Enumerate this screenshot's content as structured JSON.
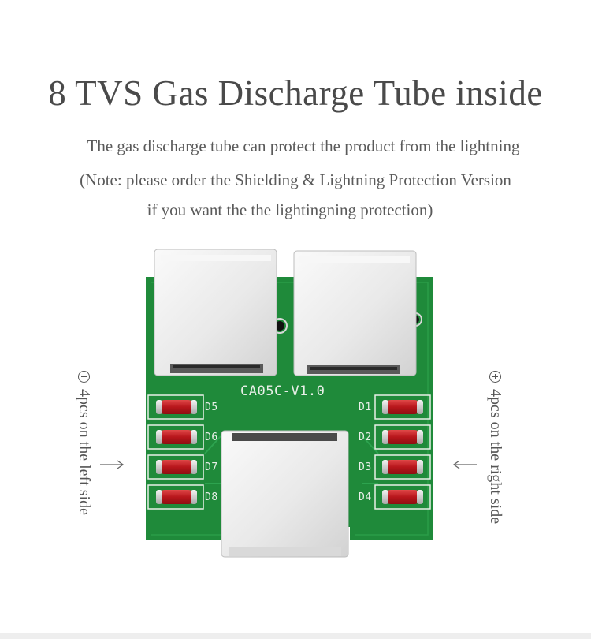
{
  "heading": {
    "title": "8 TVS Gas Discharge Tube inside",
    "line1": "The gas discharge tube can protect the product from the lightning",
    "line2": "(Note:  please order the Shielding & Lightning Protection Version",
    "line3": "if you want the the lightingning protection)"
  },
  "side_notes": {
    "left": "4pcs on the left side",
    "right": "4pcs on the right side"
  },
  "board": {
    "model": "CA05C-V1.0",
    "left_labels": [
      "D5",
      "D6",
      "D7",
      "D8"
    ],
    "right_labels": [
      "D1",
      "D2",
      "D3",
      "D4"
    ],
    "pcb_color": "#1f8a3a",
    "tube_color": "#c9282c"
  }
}
